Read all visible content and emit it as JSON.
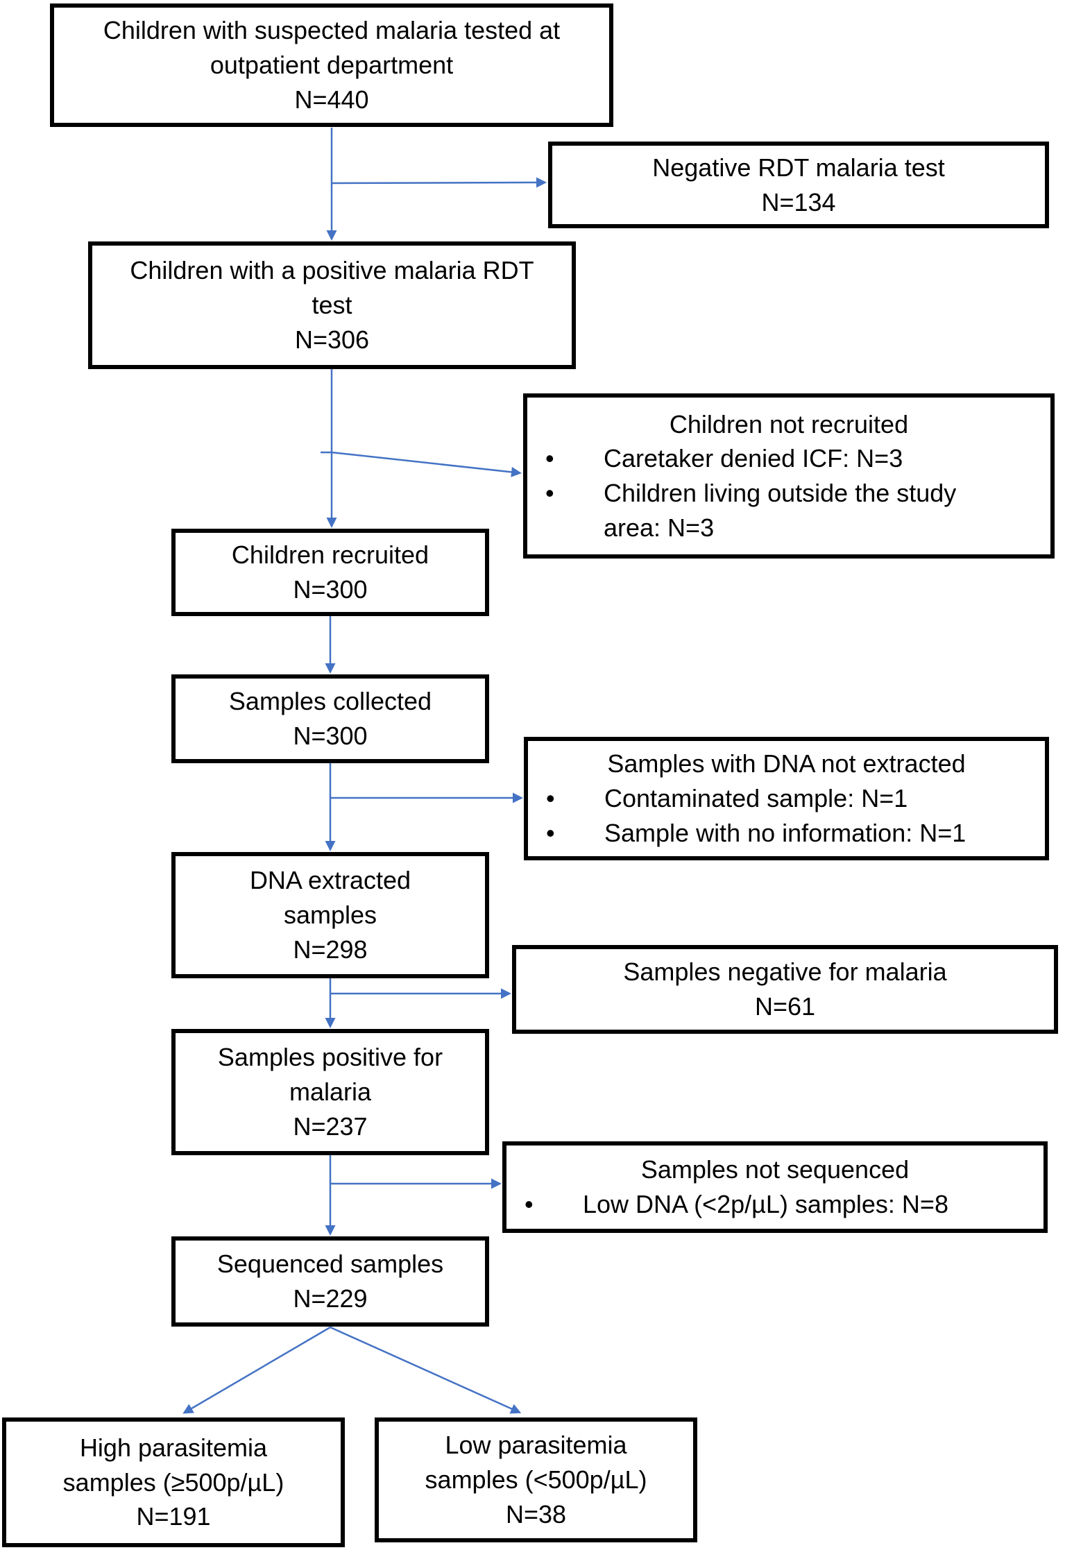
{
  "colors": {
    "arrow": "#4472C4",
    "border": "#000000",
    "text": "#000000",
    "background": "#FFFFFF"
  },
  "nodes": {
    "suspected": {
      "lines": [
        "Children with suspected malaria tested at",
        "outpatient department",
        "N=440"
      ]
    },
    "negative_rdt": {
      "lines": [
        "Negative RDT malaria test",
        "N=134"
      ]
    },
    "positive_rdt": {
      "lines": [
        "Children with a positive malaria RDT",
        "test",
        "N=306"
      ]
    },
    "not_recruited": {
      "title": "Children not recruited",
      "items": [
        {
          "marker": "•",
          "line1": "Caretaker denied ICF: N=3"
        },
        {
          "marker": "•",
          "line1": "Children living outside the study",
          "line2": "area: N=3"
        }
      ]
    },
    "recruited": {
      "lines": [
        "Children recruited",
        "N=300"
      ]
    },
    "collected": {
      "lines": [
        "Samples collected",
        "N=300"
      ]
    },
    "dna_not_extracted": {
      "title": "Samples with DNA not extracted",
      "items": [
        {
          "marker": "•",
          "line1": "Contaminated sample: N=1"
        },
        {
          "marker": "•",
          "line1": "Sample with no information: N=1"
        }
      ]
    },
    "dna_extracted": {
      "lines": [
        "DNA extracted",
        "samples",
        "N=298"
      ]
    },
    "negative_malaria": {
      "lines": [
        "Samples negative for malaria",
        "N=61"
      ]
    },
    "positive_malaria": {
      "lines": [
        "Samples positive for",
        "malaria",
        "N=237"
      ]
    },
    "not_sequenced": {
      "title": "Samples not sequenced",
      "items": [
        {
          "marker": "•",
          "line1": "Low DNA (<2p/µL) samples: N=8"
        }
      ]
    },
    "sequenced": {
      "lines": [
        "Sequenced samples",
        "N=229"
      ]
    },
    "high_parasitemia": {
      "lines": [
        "High parasitemia",
        "samples (≥500p/µL)",
        "N=191"
      ]
    },
    "low_parasitemia": {
      "lines": [
        "Low parasitemia",
        "samples (<500p/µL)",
        "N=38"
      ]
    }
  }
}
